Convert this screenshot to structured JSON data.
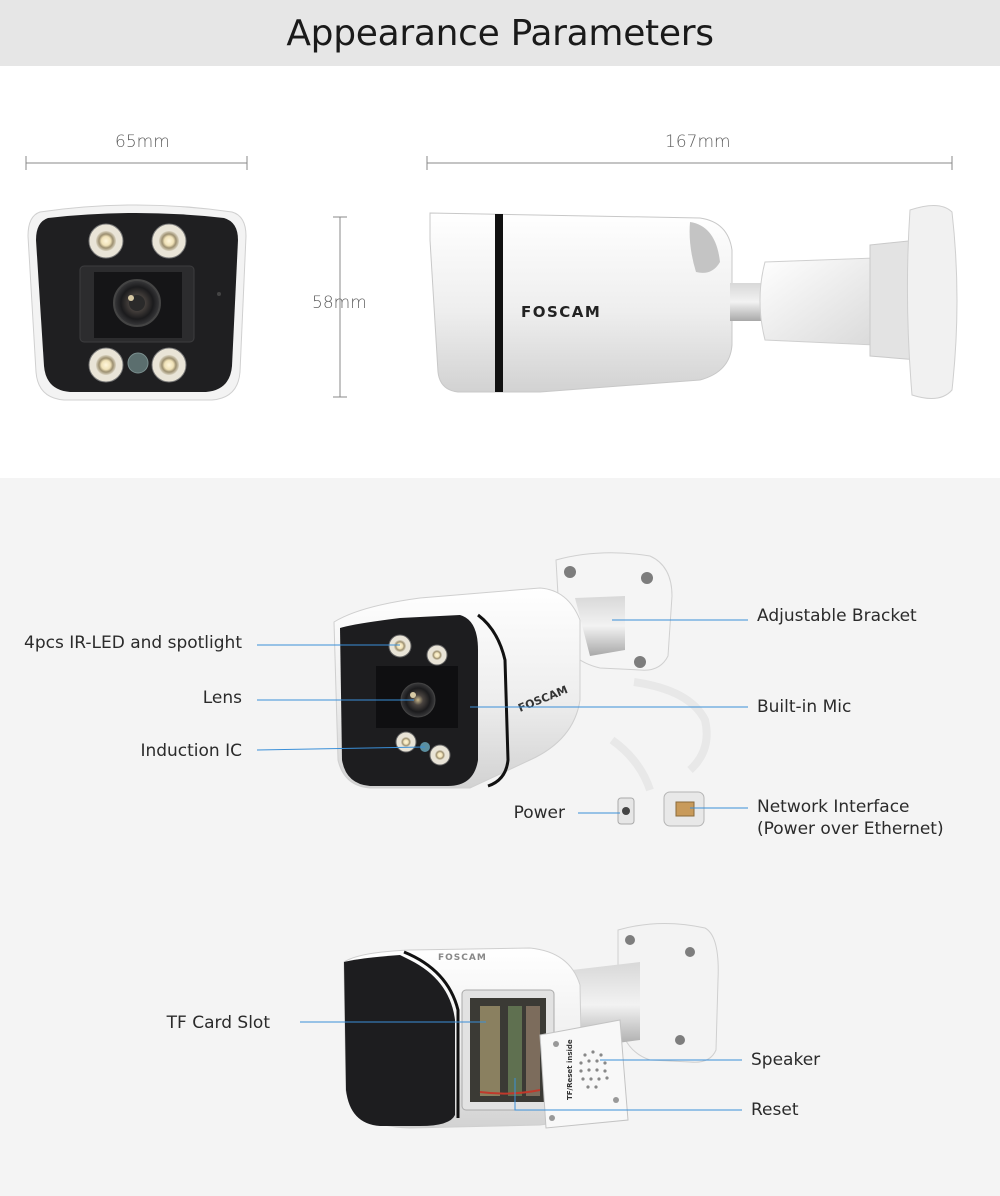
{
  "header": {
    "title": "Appearance Parameters"
  },
  "dimensions": {
    "width": "65mm",
    "length": "167mm",
    "height": "58mm"
  },
  "brand": {
    "logo_text": "FOSCAM",
    "card_text": "TF/Reset inside"
  },
  "front_view_callouts": {
    "ir_led": "4pcs IR-LED and spotlight",
    "lens": "Lens",
    "induction_ic": "Induction IC",
    "bracket": "Adjustable Bracket",
    "mic": "Built-in Mic",
    "power": "Power",
    "network_line1": "Network Interface",
    "network_line2": "(Power over Ethernet)"
  },
  "back_view_callouts": {
    "tf_card": "TF Card Slot",
    "speaker": "Speaker",
    "reset": "Reset"
  },
  "colors": {
    "header_bg": "#e6e6e6",
    "lower_bg": "#f4f4f4",
    "callout_line": "#3a8fd8",
    "dimension_line": "#888888"
  }
}
